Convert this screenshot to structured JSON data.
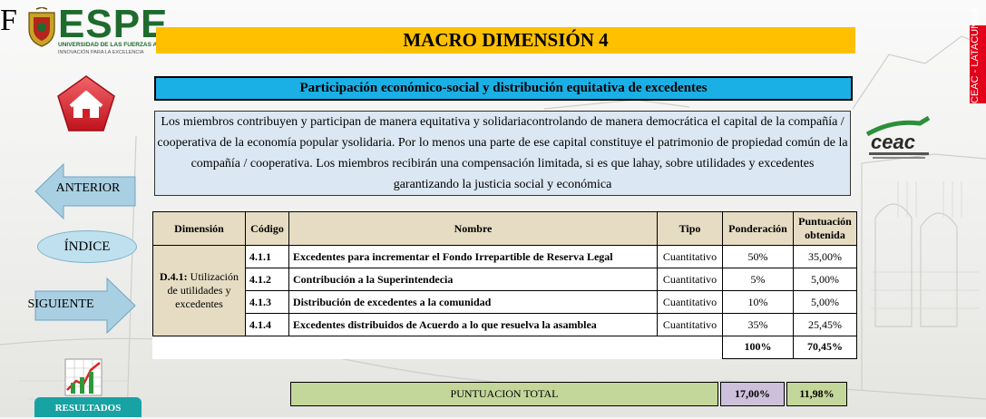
{
  "header": {
    "stray_letter": "F",
    "logo": {
      "name": "ESPE",
      "line1": "UNIVERSIDAD DE LAS FUERZAS ARMADAS",
      "line2": "INNOVACIÓN PARA LA EXCELENCIA"
    },
    "title": "MACRO DIMENSIÓN 4",
    "subtitle": "Participación económico-social y distribución equitativa de excedentes",
    "side_banner": "CEAC - LATACUNGA"
  },
  "description": "Los miembros contribuyen y participan de manera equitativa y solidariacontrolando de manera democrática el capital de la compañía / cooperativa de la economía popular ysolidaria. Por lo menos una parte de ese capital constituye el patrimonio de propiedad común de la compañía / cooperativa. Los miembros recibirán una compensación limitada, si es que lahay, sobre utilidades y excedentes garantizando la justicia social y económica",
  "nav": {
    "home_icon": "home-icon",
    "prev_label": "ANTERIOR",
    "index_label": "ÍNDICE",
    "next_label": "SIGUIENTE",
    "results_label": "RESULTADOS"
  },
  "table": {
    "headers": {
      "dimension": "Dimensión",
      "code": "Código",
      "name": "Nombre",
      "type": "Tipo",
      "weight": "Ponderación",
      "score_line1": "Puntuación",
      "score_line2": "obtenida"
    },
    "dimension_bold": "D.4.1:",
    "dimension_text": " Utilización de utilidades y excedentes",
    "rows": [
      {
        "code": "4.1.1",
        "name": "Excedentes para incrementar el Fondo Irrepartible de Reserva Legal",
        "type": "Cuantitativo",
        "weight": "50%",
        "score": "35,00%"
      },
      {
        "code": "4.1.2",
        "name": "Contribución a la Superintendecia",
        "type": "Cuantitativo",
        "weight": "5%",
        "score": "5,00%"
      },
      {
        "code": "4.1.3",
        "name": "Distribución de excedentes a la comunidad",
        "type": "Cuantitativo",
        "weight": "10%",
        "score": "5,00%"
      },
      {
        "code": "4.1.4",
        "name": "Excedentes distribuidos de Acuerdo a lo que resuelva la asamblea",
        "type": "Cuantitativo",
        "weight": "35%",
        "score": "25,45%"
      }
    ],
    "sum_weight": "100%",
    "sum_score": "70,45%"
  },
  "total": {
    "label": "PUNTUACION TOTAL",
    "weight": "17,00%",
    "score": "11,98%"
  },
  "colors": {
    "title_bar": "#ffc000",
    "subtitle_bar": "#1ab0e6",
    "description_bg": "#dbe7f2",
    "table_header": "#e6dcc3",
    "total_green": "#c4d79b",
    "total_lilac": "#ccc0da",
    "arrow_blue": "#a9cfe2",
    "home_red": "#e3232c",
    "results_teal": "#17a2a4",
    "banner_red": "#e2001a"
  }
}
